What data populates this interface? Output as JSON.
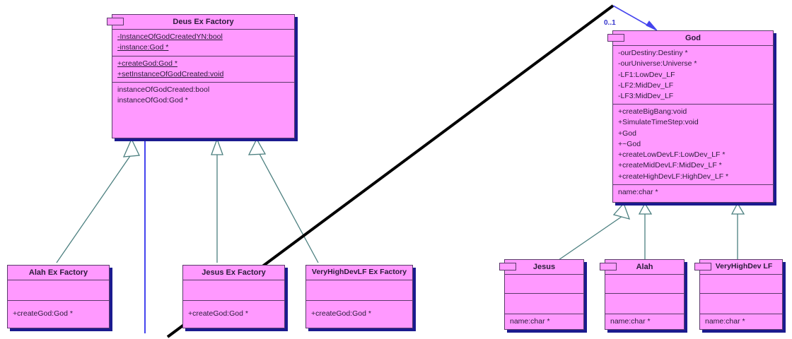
{
  "diagram": {
    "title": "UML Class Diagram - Abstract Factory (Deus Ex Factory / God)",
    "colors": {
      "class_fill": "#FF99FF",
      "class_border": "#5B3A6B",
      "class_shadow": "#1B1B8F",
      "inheritance_line": "#4B7F7F",
      "association_line": "#4444EE",
      "highlight_line": "#000000",
      "text": "#2A1A3A",
      "multiplicity_text": "#3333CC",
      "background": "#FFFFFF"
    },
    "multiplicity_label": "0..1",
    "classes": [
      {
        "id": "deus-ex-factory",
        "name": "Deus Ex Factory",
        "attributes": [
          "-InstanceOfGodCreatedYN:bool",
          "-instance:God *"
        ],
        "operations": [
          "+createGod:God *",
          "+setInstanceOfGodCreated:void"
        ],
        "extra": [
          "instanceOfGodCreated:bool",
          "instanceOfGod:God *"
        ]
      },
      {
        "id": "god",
        "name": "God",
        "attributes": [
          "-ourDestiny:Destiny *",
          "-ourUniverse:Universe *",
          "-LF1:LowDev_LF",
          "-LF2:MidDev_LF",
          "-LF3:MidDev_LF"
        ],
        "operations": [
          "+createBigBang:void",
          "+SimulateTimeStep:void",
          "+God",
          "+~God",
          "+createLowDevLF:LowDev_LF *",
          "+createMidDevLF:MidDev_LF *",
          "+createHighDevLF:HighDev_LF *"
        ],
        "extra": [
          "name:char *"
        ]
      },
      {
        "id": "alah-ex-factory",
        "name": "Alah Ex Factory",
        "attributes": [],
        "operations": [],
        "extra": [
          "+createGod:God *"
        ]
      },
      {
        "id": "jesus-ex-factory",
        "name": "Jesus Ex Factory",
        "attributes": [],
        "operations": [],
        "extra": [
          "+createGod:God *"
        ]
      },
      {
        "id": "veryhighdevlf-ex-factory",
        "name": "VeryHighDevLF Ex Factory",
        "attributes": [],
        "operations": [],
        "extra": [
          "+createGod:God *"
        ]
      },
      {
        "id": "jesus",
        "name": "Jesus",
        "attributes": [],
        "operations": [],
        "extra": [
          "name:char *"
        ]
      },
      {
        "id": "alah",
        "name": "Alah",
        "attributes": [],
        "operations": [],
        "extra": [
          "name:char *"
        ]
      },
      {
        "id": "veryhighdev-lf",
        "name": "VeryHighDev LF",
        "attributes": [],
        "operations": [],
        "extra": [
          "name:char *"
        ]
      }
    ]
  }
}
